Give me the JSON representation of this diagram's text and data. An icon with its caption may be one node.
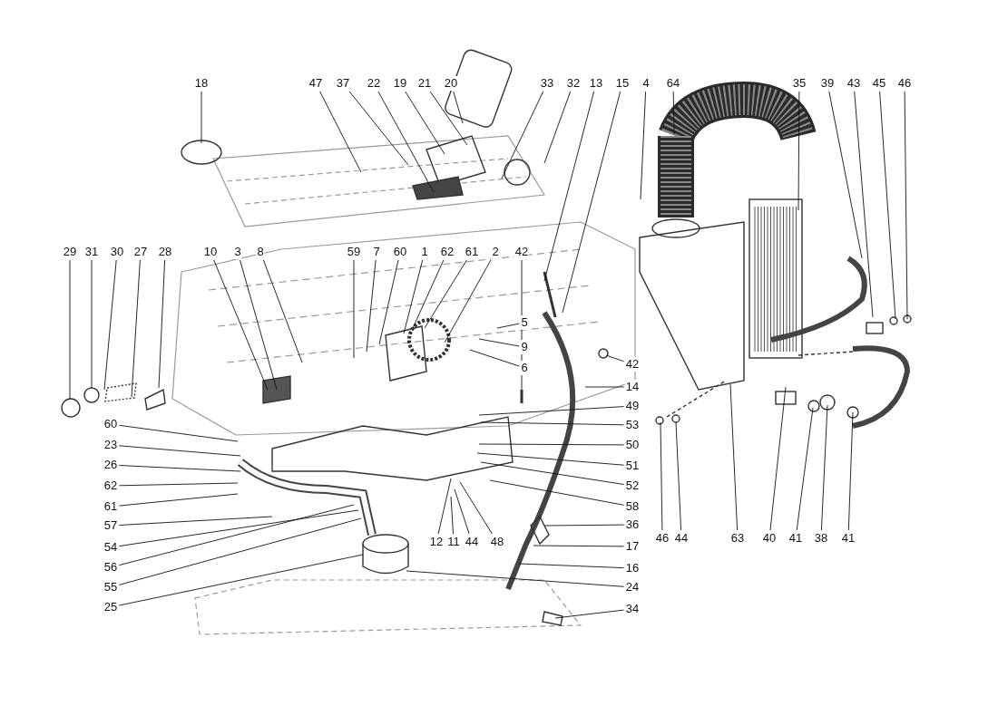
{
  "diagram": {
    "nodes": [
      {
        "text": [
          "18"
        ]
      },
      {
        "text": [
          "47"
        ]
      },
      {
        "text": [
          "37"
        ]
      },
      {
        "text": [
          "22"
        ]
      },
      {
        "text": [
          "19"
        ]
      },
      {
        "text": [
          "21"
        ]
      },
      {
        "text": [
          "20"
        ]
      },
      {
        "text": [
          "33"
        ]
      },
      {
        "text": [
          "32"
        ]
      },
      {
        "text": [
          "13"
        ]
      },
      {
        "text": [
          "15"
        ]
      },
      {
        "text": [
          "4"
        ]
      },
      {
        "text": [
          "64"
        ]
      },
      {
        "text": [
          "35"
        ]
      },
      {
        "text": [
          "39"
        ]
      },
      {
        "text": [
          "43"
        ]
      },
      {
        "text": [
          "45"
        ]
      },
      {
        "text": [
          "46"
        ]
      },
      {
        "text": [
          "29"
        ]
      },
      {
        "text": [
          "31"
        ]
      },
      {
        "text": [
          "30"
        ]
      },
      {
        "text": [
          "27"
        ]
      },
      {
        "text": [
          "28"
        ]
      },
      {
        "text": [
          "10"
        ]
      },
      {
        "text": [
          "3"
        ]
      },
      {
        "text": [
          "8"
        ]
      },
      {
        "text": [
          "59"
        ]
      },
      {
        "text": [
          "7"
        ]
      },
      {
        "text": [
          "60"
        ]
      },
      {
        "text": [
          "1"
        ]
      },
      {
        "text": [
          "62"
        ]
      },
      {
        "text": [
          "61"
        ]
      },
      {
        "text": [
          "2"
        ]
      },
      {
        "text": [
          "42"
        ]
      },
      {
        "text": [
          "5"
        ]
      },
      {
        "text": [
          "9"
        ]
      },
      {
        "text": [
          "6"
        ]
      },
      {
        "text": [
          "42"
        ]
      },
      {
        "text": [
          "14"
        ]
      },
      {
        "text": [
          "49"
        ]
      },
      {
        "text": [
          "53"
        ]
      },
      {
        "text": [
          "50"
        ]
      },
      {
        "text": [
          "51"
        ]
      },
      {
        "text": [
          "52"
        ]
      },
      {
        "text": [
          "58"
        ]
      },
      {
        "text": [
          "36"
        ]
      },
      {
        "text": [
          "17"
        ]
      },
      {
        "text": [
          "16"
        ]
      },
      {
        "text": [
          "24"
        ]
      },
      {
        "text": [
          "34"
        ]
      },
      {
        "text": [
          "60"
        ]
      },
      {
        "text": [
          "23"
        ]
      },
      {
        "text": [
          "26"
        ]
      },
      {
        "text": [
          "62"
        ]
      },
      {
        "text": [
          "61"
        ]
      },
      {
        "text": [
          "57"
        ]
      },
      {
        "text": [
          "54"
        ]
      },
      {
        "text": [
          "56"
        ]
      },
      {
        "text": [
          "55"
        ]
      },
      {
        "text": [
          "25"
        ]
      },
      {
        "text": [
          "12"
        ]
      },
      {
        "text": [
          "11"
        ]
      },
      {
        "text": [
          "44"
        ]
      },
      {
        "text": [
          "48"
        ]
      },
      {
        "text": [
          "46"
        ]
      },
      {
        "text": [
          "44"
        ]
      },
      {
        "text": [
          "63"
        ]
      },
      {
        "text": [
          "40"
        ]
      },
      {
        "text": [
          "41"
        ]
      },
      {
        "text": [
          "38"
        ]
      },
      {
        "text": [
          "41"
        ]
      }
    ],
    "edges": [
      {
        "from": 0,
        "to": null,
        "arrow": "none"
      },
      {
        "from": 1,
        "to": null,
        "arrow": "none"
      },
      {
        "from": 2,
        "to": null,
        "arrow": "none"
      },
      {
        "from": 3,
        "to": null,
        "arrow": "none"
      },
      {
        "from": 4,
        "to": null,
        "arrow": "none"
      },
      {
        "from": 5,
        "to": null,
        "arrow": "none"
      },
      {
        "from": 6,
        "to": null,
        "arrow": "none"
      },
      {
        "from": 7,
        "to": null,
        "arrow": "none"
      },
      {
        "from": 8,
        "to": null,
        "arrow": "none"
      },
      {
        "from": 9,
        "to": null,
        "arrow": "none"
      },
      {
        "from": 10,
        "to": null,
        "arrow": "none"
      },
      {
        "from": 11,
        "to": null,
        "arrow": "none"
      },
      {
        "from": 12,
        "to": null,
        "arrow": "none"
      },
      {
        "from": 13,
        "to": null,
        "arrow": "none"
      },
      {
        "from": 14,
        "to": null,
        "arrow": "none"
      },
      {
        "from": 15,
        "to": null,
        "arrow": "none"
      },
      {
        "from": 16,
        "to": null,
        "arrow": "none"
      },
      {
        "from": 17,
        "to": null,
        "arrow": "none"
      },
      {
        "from": 18,
        "to": null,
        "arrow": "none"
      },
      {
        "from": 19,
        "to": null,
        "arrow": "none"
      },
      {
        "from": 20,
        "to": null,
        "arrow": "none"
      },
      {
        "from": 21,
        "to": null,
        "arrow": "none"
      },
      {
        "from": 22,
        "to": null,
        "arrow": "none"
      },
      {
        "from": 23,
        "to": null,
        "arrow": "none"
      },
      {
        "from": 24,
        "to": null,
        "arrow": "none"
      },
      {
        "from": 25,
        "to": null,
        "arrow": "none"
      },
      {
        "from": 26,
        "to": null,
        "arrow": "none"
      },
      {
        "from": 27,
        "to": null,
        "arrow": "none"
      },
      {
        "from": 28,
        "to": null,
        "arrow": "none"
      },
      {
        "from": 29,
        "to": null,
        "arrow": "none"
      },
      {
        "from": 30,
        "to": null,
        "arrow": "none"
      },
      {
        "from": 31,
        "to": null,
        "arrow": "none"
      },
      {
        "from": 32,
        "to": null,
        "arrow": "none"
      },
      {
        "from": 33,
        "to": null,
        "arrow": "none"
      },
      {
        "from": 34,
        "to": null,
        "arrow": "none"
      },
      {
        "from": 35,
        "to": null,
        "arrow": "none"
      },
      {
        "from": 36,
        "to": null,
        "arrow": "none"
      },
      {
        "from": 37,
        "to": null,
        "arrow": "none"
      },
      {
        "from": 38,
        "to": null,
        "arrow": "none"
      },
      {
        "from": 39,
        "to": null,
        "arrow": "none"
      },
      {
        "from": 40,
        "to": null,
        "arrow": "none"
      },
      {
        "from": 41,
        "to": null,
        "arrow": "none"
      },
      {
        "from": 42,
        "to": null,
        "arrow": "none"
      },
      {
        "from": 43,
        "to": null,
        "arrow": "none"
      },
      {
        "from": 44,
        "to": null,
        "arrow": "none"
      },
      {
        "from": 45,
        "to": null,
        "arrow": "none"
      },
      {
        "from": 46,
        "to": null,
        "arrow": "none"
      },
      {
        "from": 47,
        "to": null,
        "arrow": "none"
      },
      {
        "from": 48,
        "to": null,
        "arrow": "none"
      },
      {
        "from": 49,
        "to": null,
        "arrow": "none"
      },
      {
        "from": 50,
        "to": null,
        "arrow": "none"
      },
      {
        "from": 51,
        "to": null,
        "arrow": "none"
      },
      {
        "from": 52,
        "to": null,
        "arrow": "none"
      },
      {
        "from": 53,
        "to": null,
        "arrow": "none"
      },
      {
        "from": 54,
        "to": null,
        "arrow": "none"
      },
      {
        "from": 55,
        "to": null,
        "arrow": "none"
      },
      {
        "from": 56,
        "to": null,
        "arrow": "none"
      },
      {
        "from": 57,
        "to": null,
        "arrow": "none"
      },
      {
        "from": 58,
        "to": null,
        "arrow": "none"
      },
      {
        "from": 59,
        "to": null,
        "arrow": "none"
      },
      {
        "from": 60,
        "to": null,
        "arrow": "none"
      },
      {
        "from": 61,
        "to": null,
        "arrow": "none"
      },
      {
        "from": 62,
        "to": null,
        "arrow": "none"
      },
      {
        "from": 63,
        "to": null,
        "arrow": "none"
      },
      {
        "from": 64,
        "to": null,
        "arrow": "none"
      },
      {
        "from": 65,
        "to": null,
        "arrow": "none"
      },
      {
        "from": 66,
        "to": null,
        "arrow": "none"
      },
      {
        "from": 67,
        "to": null,
        "arrow": "none"
      },
      {
        "from": 68,
        "to": null,
        "arrow": "none"
      },
      {
        "from": 69,
        "to": null,
        "arrow": "none"
      },
      {
        "from": 70,
        "to": null,
        "arrow": "none"
      }
    ]
  }
}
